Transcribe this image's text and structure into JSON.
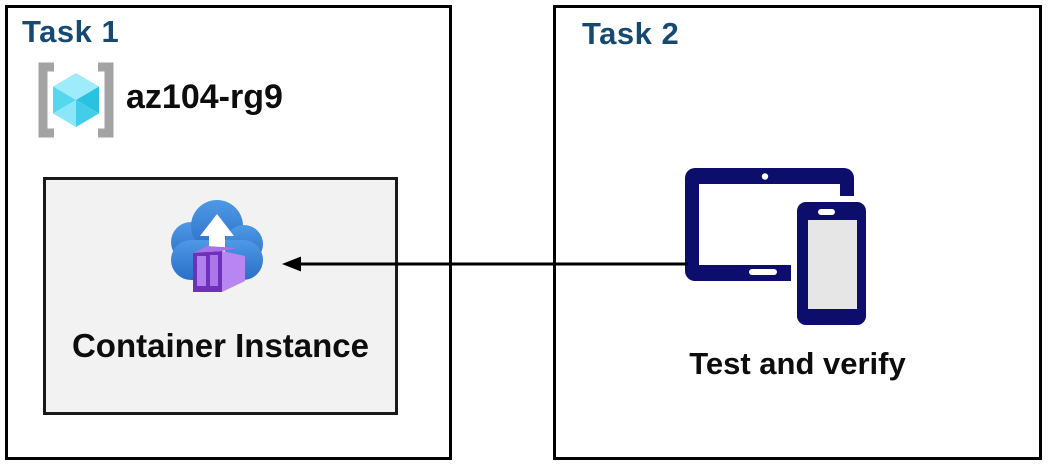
{
  "task1": {
    "title": "Task 1",
    "resource_group": {
      "icon": "resource-group-icon",
      "name": "az104-rg9"
    },
    "container_instance": {
      "icon": "container-instance-icon",
      "label": "Container Instance"
    }
  },
  "task2": {
    "title": "Task 2",
    "devices": {
      "icon": "devices-icon",
      "label": "Test and verify"
    }
  },
  "arrow": {
    "direction": "right-to-left",
    "from": "devices",
    "to": "container-instance"
  },
  "colors": {
    "task_title_blue": "#174a72",
    "box_border_black": "#000000",
    "container_box_bg": "#f2f2f2",
    "devices_navy": "#0d0d6b",
    "device_screen_gray": "#e6e6e6",
    "cloud_blue_top": "#4e99e6",
    "cloud_blue_bottom": "#2a6fc6",
    "container_purple_front": "#6f30ba",
    "container_purple_panel": "#b080ec",
    "container_purple_side": "#b886f0",
    "container_purple_top": "#a873e8",
    "cube_cyan_light": "#9debfb",
    "cube_cyan_mid": "#55d7f0",
    "cube_cyan_dark": "#29c2e1",
    "bracket_gray": "#a3a3a3",
    "arrow_black": "#000000"
  }
}
